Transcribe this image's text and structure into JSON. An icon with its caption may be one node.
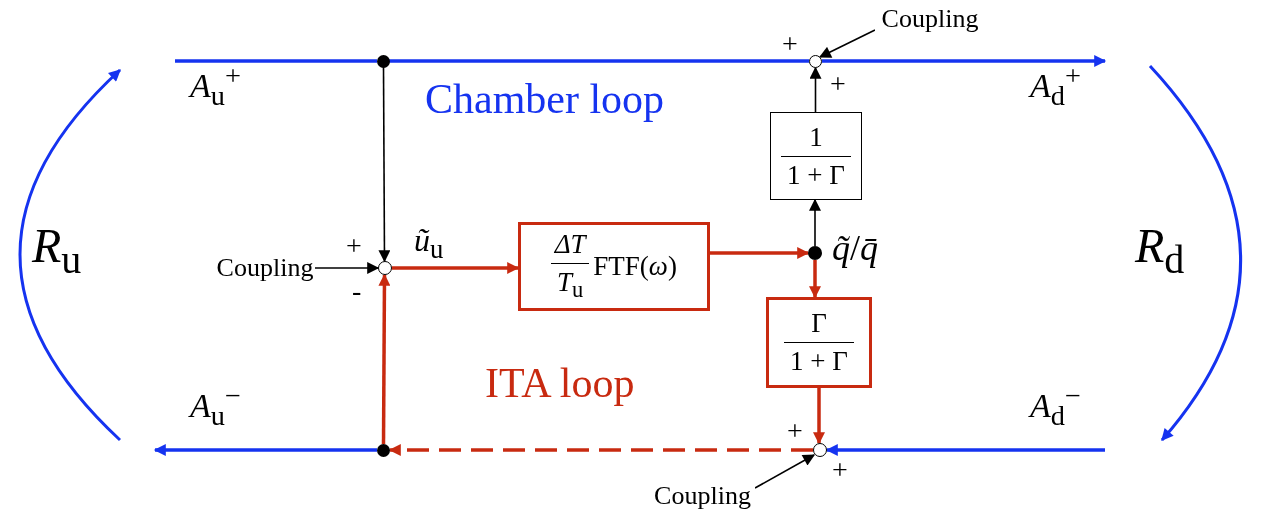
{
  "diagram": {
    "nodes": [
      {
        "text": [],
        "shape": "dot"
      },
      {
        "text": [],
        "shape": "circle",
        "beside": [
          "+",
          "+"
        ]
      },
      {
        "text": [
          "Coupling"
        ]
      },
      {
        "text": [
          "1",
          "1 + Γ"
        ]
      },
      {
        "text": [],
        "shape": "circle",
        "beside": [
          "+",
          "-"
        ]
      },
      {
        "text": [
          "Coupling"
        ]
      },
      {
        "text": [
          "*ΔT*",
          "*T*$_{u}$",
          "FTF(*ω*)"
        ]
      },
      {
        "text": [],
        "shape": "dot",
        "beside": [
          "*q̃*/*q̄*"
        ]
      },
      {
        "text": [
          "Γ",
          "1 + Γ"
        ]
      },
      {
        "text": [],
        "shape": "circle",
        "beside": [
          "+",
          "+"
        ]
      },
      {
        "text": [
          "Coupling"
        ]
      },
      {
        "text": [],
        "shape": "dot"
      }
    ],
    "edges": [
      {
        "from": null,
        "to": 0,
        "arrow": "none",
        "color": "#1533f0"
      },
      {
        "from": 0,
        "to": 1,
        "arrow": "none",
        "color": "#1533f0"
      },
      {
        "from": 1,
        "to": null,
        "arrow": "to",
        "color": "#1533f0"
      },
      {
        "from": 0,
        "to": 4,
        "arrow": "to"
      },
      {
        "from": 2,
        "to": 1,
        "arrow": "to"
      },
      {
        "from": 3,
        "to": 1,
        "arrow": "to"
      },
      {
        "from": 7,
        "to": 3,
        "arrow": "to"
      },
      {
        "from": 5,
        "to": 4,
        "arrow": "to"
      },
      {
        "from": 4,
        "to": 6,
        "arrow": "to",
        "label": "*ũ*$_{u}$",
        "color": "#c82a10"
      },
      {
        "from": 6,
        "to": 7,
        "arrow": "to",
        "color": "#c82a10"
      },
      {
        "from": 7,
        "to": 8,
        "arrow": "to",
        "color": "#c82a10"
      },
      {
        "from": 8,
        "to": 9,
        "arrow": "to",
        "color": "#c82a10"
      },
      {
        "from": 10,
        "to": 9,
        "arrow": "to"
      },
      {
        "from": null,
        "to": 9,
        "arrow": "to",
        "color": "#1533f0"
      },
      {
        "from": 9,
        "to": 11,
        "arrow": "to",
        "style": "dashed",
        "color": "#c82a10"
      },
      {
        "from": 11,
        "to": null,
        "arrow": "to",
        "color": "#1533f0"
      },
      {
        "from": 11,
        "to": 4,
        "arrow": "to",
        "color": "#c82a10"
      }
    ],
    "labels": [
      "*A*$_{u}$$^{+}$",
      "Chamber loop",
      "*A*$_{d}$$^{+}$",
      "*R*$_{u}$",
      "*R*$_{d}$",
      "ITA loop",
      "*A*$_{u}$$^{−}$",
      "*A*$_{d}$$^{−}$"
    ]
  }
}
